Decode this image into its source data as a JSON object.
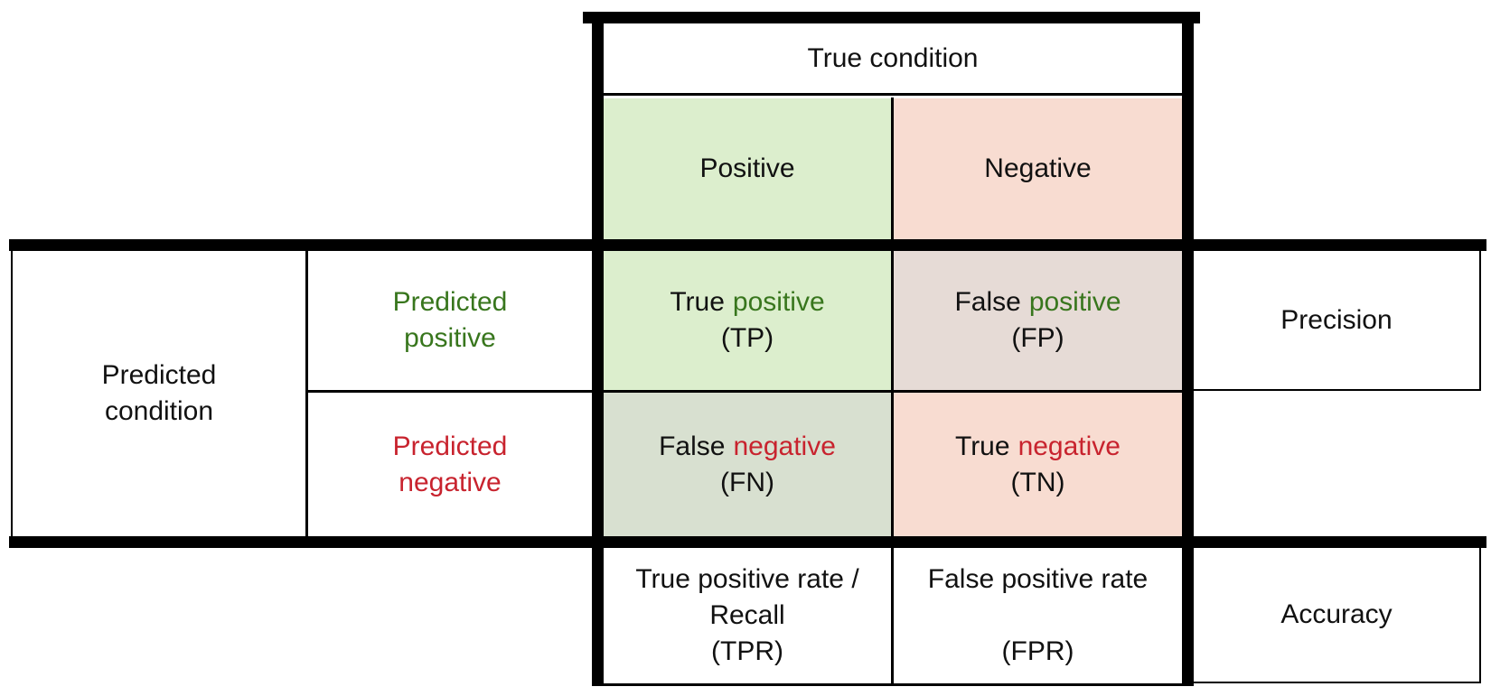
{
  "colors": {
    "positive_text": "#38761d",
    "negative_text": "#c8232e",
    "positive_bg": "#dceecd",
    "negative_bg": "#f8dcd1",
    "false_positive_bg": "#e6dbd6",
    "false_negative_bg": "#d8e0d0",
    "line": "#000000"
  },
  "true_axis": {
    "label": "True condition",
    "positive": "Positive",
    "negative": "Negative"
  },
  "predicted_axis": {
    "label_line1": "Predicted",
    "label_line2": "condition",
    "positive_line1": "Predicted",
    "positive_line2": "positive",
    "negative_line1": "Predicted",
    "negative_line2": "negative"
  },
  "quadrants": {
    "tp": {
      "prefix": "True",
      "keyword": "positive",
      "abbr": "(TP)"
    },
    "fp": {
      "prefix": "False",
      "keyword": "positive",
      "abbr": "(FP)"
    },
    "fn": {
      "prefix": "False",
      "keyword": "negative",
      "abbr": "(FN)"
    },
    "tn": {
      "prefix": "True",
      "keyword": "negative",
      "abbr": "(TN)"
    }
  },
  "metrics": {
    "precision": "Precision",
    "accuracy": "Accuracy",
    "tpr": {
      "line1": "True positive rate /",
      "line2": "Recall",
      "abbr": "(TPR)"
    },
    "fpr": {
      "line1": "False positive rate",
      "abbr": "(FPR)"
    }
  }
}
